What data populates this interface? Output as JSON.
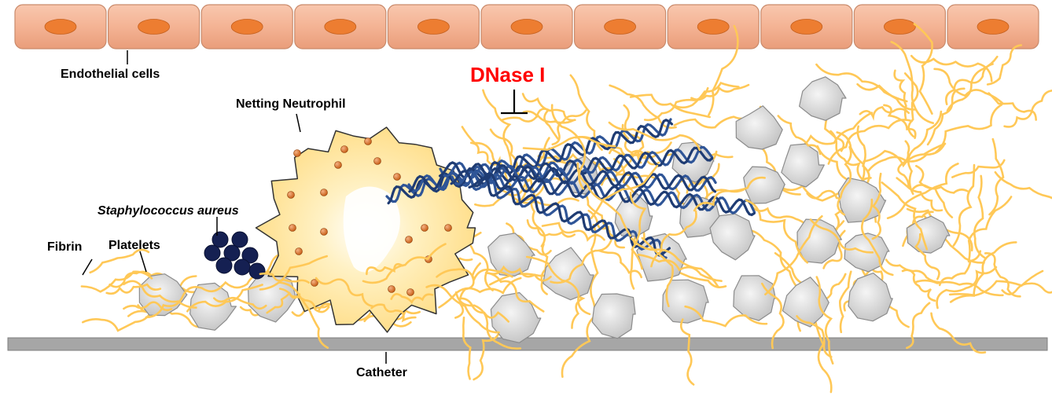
{
  "labels": {
    "endothelial": "Endothelial cells",
    "neutrophil": "Netting Neutrophil",
    "dnase": "DNase I",
    "staph": "Staphylococcus aureus",
    "fibrin": "Fibrin",
    "platelets": "Platelets",
    "catheter": "Catheter"
  },
  "colors": {
    "endothelial_fill": "#f4b394",
    "endothelial_nucleus": "#ed7d31",
    "neutrophil_fill": "#ffe699",
    "granule": "#c55a11",
    "net_dna": "#2f5597",
    "fibrin": "#ffc857",
    "platelet": "#d9d9d9",
    "bacteria": "#152052",
    "catheter": "#a6a6a6",
    "dnase_text": "#ff0000"
  }
}
